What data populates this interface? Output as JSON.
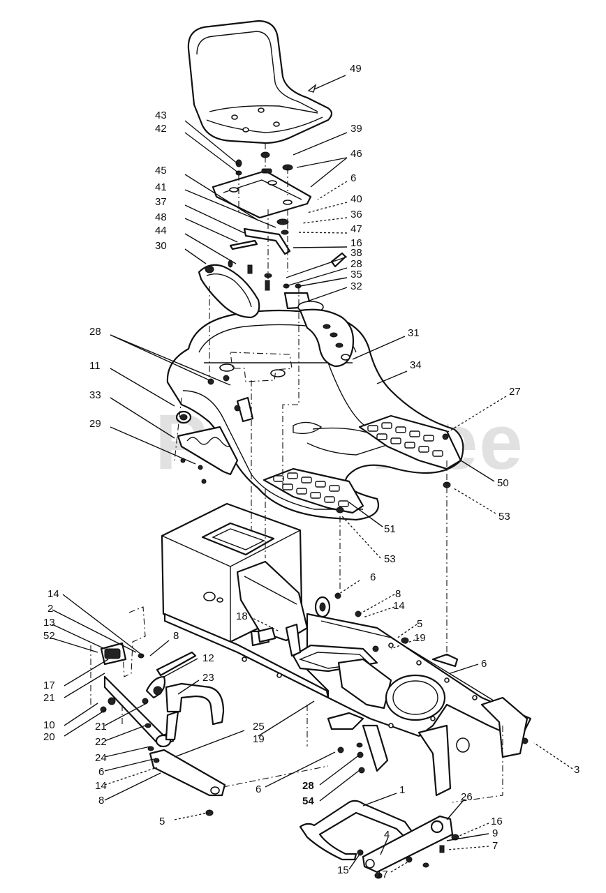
{
  "watermark": {
    "text": "PartsTree",
    "trademark": "TM"
  },
  "labels": [
    {
      "text": "49"
    },
    {
      "text": "43"
    },
    {
      "text": "42"
    },
    {
      "text": "39"
    },
    {
      "text": "46"
    },
    {
      "text": "45"
    },
    {
      "text": "6"
    },
    {
      "text": "41"
    },
    {
      "text": "40"
    },
    {
      "text": "37"
    },
    {
      "text": "36"
    },
    {
      "text": "48"
    },
    {
      "text": "47"
    },
    {
      "text": "44"
    },
    {
      "text": "16"
    },
    {
      "text": "30"
    },
    {
      "text": "38"
    },
    {
      "text": "28"
    },
    {
      "text": "35"
    },
    {
      "text": "32"
    },
    {
      "text": "28"
    },
    {
      "text": "31"
    },
    {
      "text": "34"
    },
    {
      "text": "11"
    },
    {
      "text": "27"
    },
    {
      "text": "33"
    },
    {
      "text": "29"
    },
    {
      "text": "50"
    },
    {
      "text": "53"
    },
    {
      "text": "51"
    },
    {
      "text": "53"
    },
    {
      "text": "6"
    },
    {
      "text": "14"
    },
    {
      "text": "8"
    },
    {
      "text": "2"
    },
    {
      "text": "14"
    },
    {
      "text": "13"
    },
    {
      "text": "18"
    },
    {
      "text": "5"
    },
    {
      "text": "52"
    },
    {
      "text": "8"
    },
    {
      "text": "19"
    },
    {
      "text": "12"
    },
    {
      "text": "6"
    },
    {
      "text": "17"
    },
    {
      "text": "23"
    },
    {
      "text": "21"
    },
    {
      "text": "10"
    },
    {
      "text": "20"
    },
    {
      "text": "21"
    },
    {
      "text": "25"
    },
    {
      "text": "19"
    },
    {
      "text": "22"
    },
    {
      "text": "24"
    },
    {
      "text": "6"
    },
    {
      "text": "3"
    },
    {
      "text": "14"
    },
    {
      "text": "6"
    },
    {
      "text": "28"
    },
    {
      "text": "8"
    },
    {
      "text": "54"
    },
    {
      "text": "1"
    },
    {
      "text": "26"
    },
    {
      "text": "5"
    },
    {
      "text": "16"
    },
    {
      "text": "4"
    },
    {
      "text": "9"
    },
    {
      "text": "7"
    },
    {
      "text": "15"
    },
    {
      "text": "17"
    }
  ]
}
